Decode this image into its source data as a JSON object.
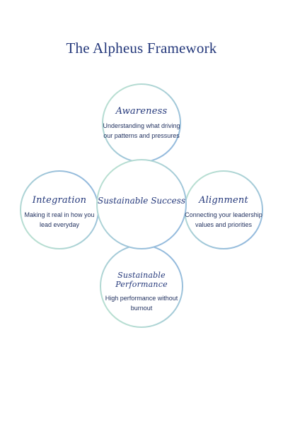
{
  "title": "The Alpheus Framework",
  "center": "Sustainable Success",
  "nodes": {
    "top": {
      "heading": "Awareness",
      "desc": "Understanding what driving our patterns and pressures"
    },
    "left": {
      "heading": "Integration",
      "desc": "Making it real in how you lead everyday"
    },
    "right": {
      "heading": "Alignment",
      "desc": "Connecting your leadership values and priorities"
    },
    "bottom": {
      "heading": "Sustainable Performance",
      "desc": "High performance without burnout"
    }
  },
  "colors": {
    "title": "#23377a",
    "ring_blue": "#8fb4de",
    "ring_green": "#b9e3c9"
  }
}
